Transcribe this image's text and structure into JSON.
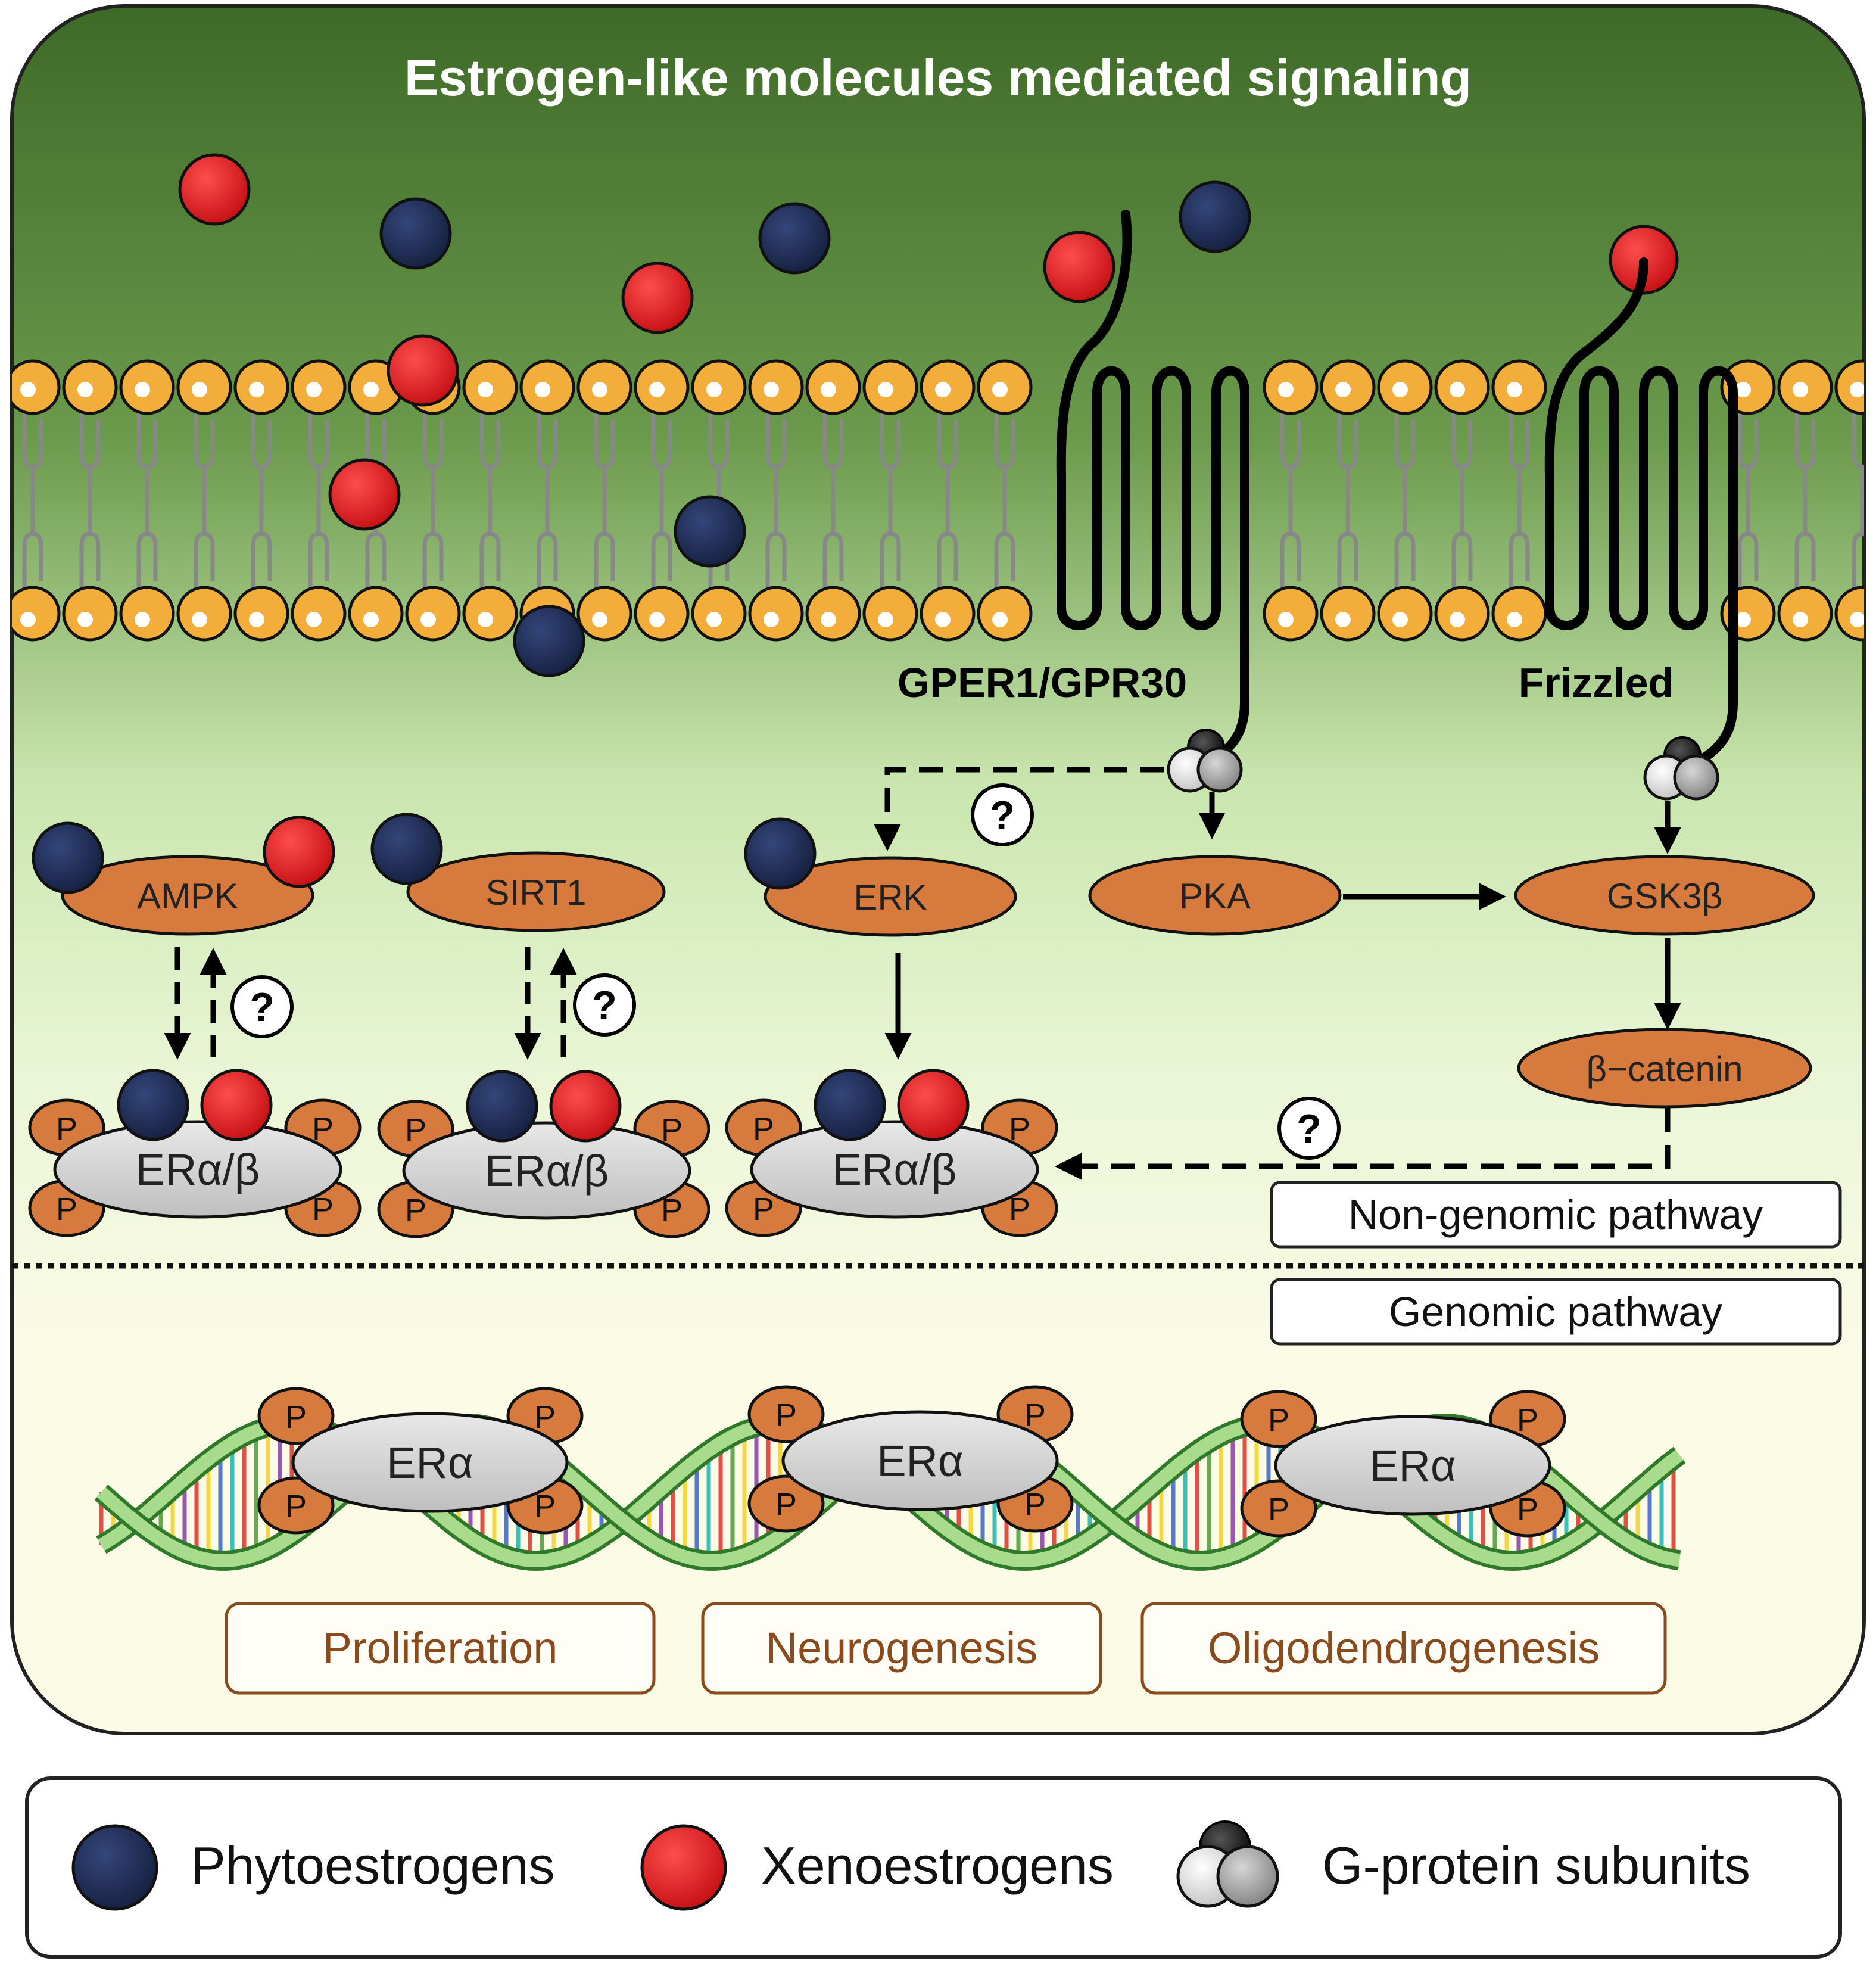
{
  "title": "Estrogen-like molecules mediated signaling",
  "receptors": {
    "gper": "GPER1/GPR30",
    "frizzled": "Frizzled"
  },
  "kinases": {
    "ampk": "AMPK",
    "sirt1": "SIRT1",
    "erk": "ERK",
    "pka": "PKA",
    "gsk3b": "GSK3β",
    "bcatenin": "β−catenin"
  },
  "receptor_complex": "ERα/β",
  "nuclear_receptor": "ERα",
  "phospho_label": "P",
  "unknown_mark": "?",
  "pathways": {
    "non_genomic": "Non-genomic pathway",
    "genomic": "Genomic pathway"
  },
  "outcomes": [
    "Proliferation",
    "Neurogenesis",
    "Oligodendrogenesis"
  ],
  "legend": {
    "phyto": "Phytoestrogens",
    "xeno": "Xenoestrogens",
    "gprotein": "G-protein subunits"
  },
  "colors": {
    "phyto": "#1f2d55",
    "xeno": "#d8161b",
    "kinase": "#d67a3e",
    "lipid_head": "#f2ad3a",
    "outcome_text": "#8a4a1c",
    "bg_top": "#45702c",
    "bg_bottom": "#fbfbe6"
  }
}
